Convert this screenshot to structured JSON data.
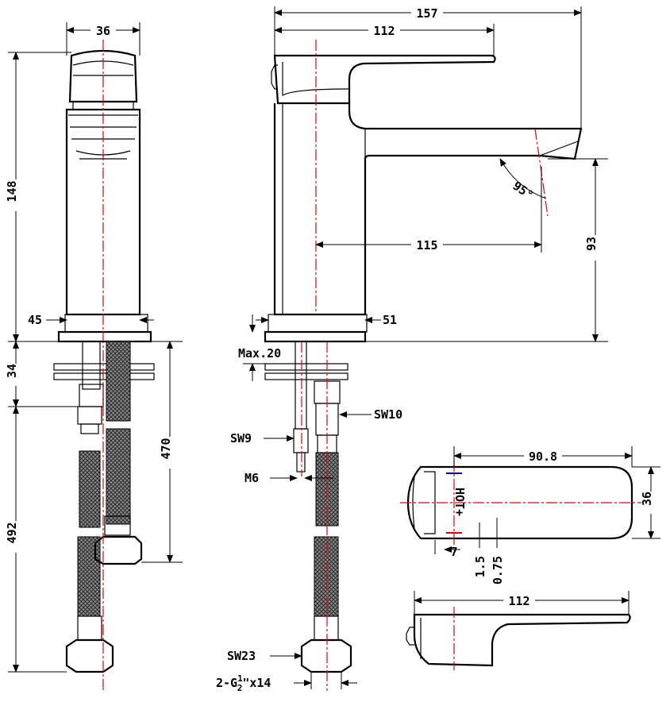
{
  "drawing": {
    "front_view": {
      "width_top": "36",
      "height_body": "148",
      "base_width": "45",
      "mount_height": "34",
      "hose_length": "492",
      "hose_total": "470"
    },
    "side_view": {
      "overall_length": "157",
      "handle_length": "112",
      "spout_reach": "115",
      "spout_height": "93",
      "spout_angle": "95°",
      "base_width": "51",
      "max_thickness": "Max.20",
      "sw10": "SW10",
      "sw9": "SW9",
      "m6": "M6",
      "sw23": "SW23",
      "thread": "2-G",
      "thread_frac_num": "1",
      "thread_frac_den": "2",
      "thread_suffix": "\"x14"
    },
    "top_view": {
      "length": "90.8",
      "width": "36",
      "offset_7": "7",
      "offset_15": "1.5",
      "offset_075": "0.75"
    },
    "handle_view": {
      "length": "112"
    }
  }
}
